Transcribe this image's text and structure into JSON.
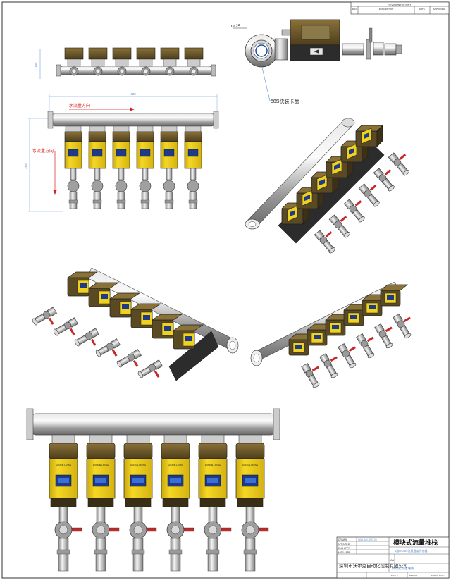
{
  "revision_history": {
    "title": "REVISION HISTORY",
    "columns": [
      "REV",
      "DESCRIPTION",
      "DATE",
      "APPROVED"
    ]
  },
  "annotations": {
    "pipe_diameter": "Φ 25",
    "clamp_label": "50S快装卡盘",
    "dim_width": "430",
    "dim_height": "285",
    "dim_side": "100",
    "flow_dir_horizontal": "水流量方向",
    "flow_dir_vertical": "水流量方向"
  },
  "sensor": {
    "brand_label": "ACKXOE LAYING"
  },
  "title_block": {
    "rows": [
      "DRAWN",
      "CHECKED",
      "ENG APPR",
      "MGR APPR"
    ],
    "drawn_value": "WILLIAM 2023-03",
    "title_main": "模块式流量堆栈",
    "subtitle": "6路RS485流量温度传感器",
    "size_label": "A4",
    "part_name": "模块式流量堆栈",
    "company": "深圳市沃尔克自动化控制有限公司",
    "footer_scale": "SCALE",
    "footer_weight": "WEIGHT",
    "footer_sheet": "SHEET 1 OF 1"
  },
  "colors": {
    "border": "#333333",
    "sensor_yellow": "#f0d21c",
    "sensor_brown": "#6e5a2c",
    "steel": "#b8b8b8",
    "dimension": "#5b8fd6",
    "flow_text": "#d42020"
  }
}
